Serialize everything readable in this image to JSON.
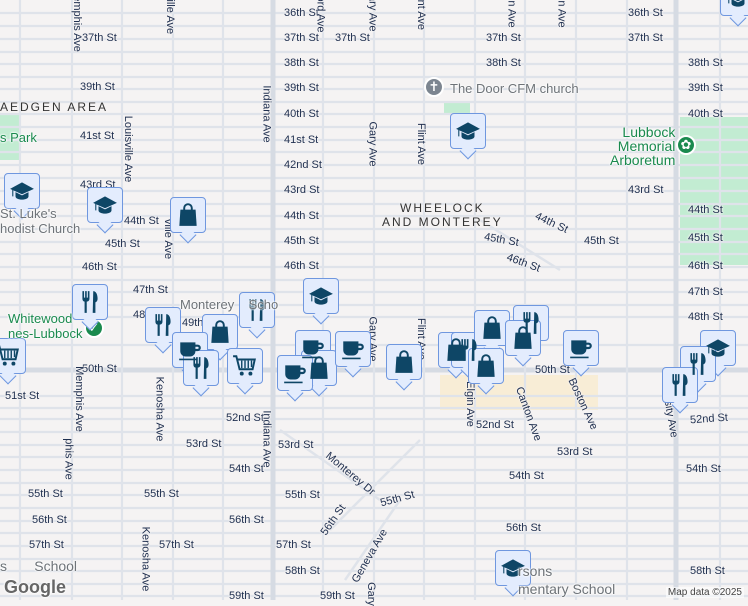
{
  "areas": {
    "wheelock": "WHEELOCK\nAND MONTEREY",
    "raedgen": "AEDGEN AREA"
  },
  "places": {
    "park": "s Park",
    "st_lukes": "St. Luke's\nhodist Church",
    "whitewood": "Whitewood\nnes-Lubbock",
    "monterey_school": "Monterey    Scho",
    "door_church": "The Door CFM church",
    "arboretum": "Lubbock\nMemorial\nArboretum",
    "parsons": "rsons\nmentary School",
    "sw_school": "s       School"
  },
  "street_labels": [
    "36th St",
    "37th St",
    "38th St",
    "39th St",
    "40th St",
    "41st St",
    "42nd St",
    "43rd St",
    "44th St",
    "45th St",
    "46th St",
    "37th St",
    "39th St",
    "41st St",
    "43rd St",
    "44th St",
    "45th St",
    "46th St",
    "47th St",
    "48",
    "49th St",
    "37th St",
    "37th St",
    "36th St",
    "37th St",
    "38th St",
    "38th St",
    "39th St",
    "40th St",
    "43rd St",
    "44th St",
    "45th St",
    "46th St",
    "47th St",
    "48th St",
    "45th St",
    "44th St",
    "45th St",
    "46th St",
    "50th St",
    "50th St",
    "51st St",
    "52nd St",
    "52nd St",
    "52nd St",
    "53rd St",
    "53rd St",
    "53rd St",
    "54th St",
    "54th St",
    "54th St",
    "55th St",
    "55th St",
    "55th St",
    "55th St",
    "56th St",
    "56th St",
    "56th St",
    "57th St",
    "57th St",
    "57th St",
    "58th St",
    "58th St",
    "59th St",
    "59th St",
    "Memphis Ave",
    "ord Ave",
    "Gary Ave",
    "Flint Ave",
    "Indiana Ave",
    "Louisville Ave",
    "Gary Ave",
    "Flint Ave",
    "ville Ave",
    "Memphis Ave",
    "Kenosha Ave",
    "Indiana Ave",
    "Kenosha Ave",
    "Gary Ave",
    "Flint Ave",
    "Elgin Ave",
    "Canton Ave",
    "Boston Ave",
    "sity Ave",
    "Monterey Dr",
    "56th St",
    "Geneva Ave",
    "Gary",
    "n Ave",
    "n Ave",
    "ville Ave",
    "phis Ave"
  ],
  "markers": [
    "school",
    "school",
    "shopping",
    "school",
    "restaurant",
    "restaurant",
    "restaurant",
    "shopping",
    "grocery",
    "cafe",
    "restaurant",
    "grocery",
    "cafe",
    "shopping",
    "cafe",
    "cafe",
    "shopping",
    "school",
    "shopping",
    "restaurant",
    "shopping",
    "restaurant",
    "shopping",
    "shopping",
    "cafe",
    "school",
    "restaurant",
    "restaurant",
    "school",
    "school"
  ],
  "icons": {
    "church": "church-icon",
    "arboretum": "flower-icon",
    "whitewood": "park-pin-icon"
  },
  "colors": {
    "marker_bg": "#e3ecfd",
    "marker_border": "#6f97df",
    "icon": "#0e4666",
    "park": "#c2ecd2",
    "commercial": "#fbf1dc"
  },
  "footer": {
    "attribution": "Map data ©2025",
    "logo": "Google"
  }
}
